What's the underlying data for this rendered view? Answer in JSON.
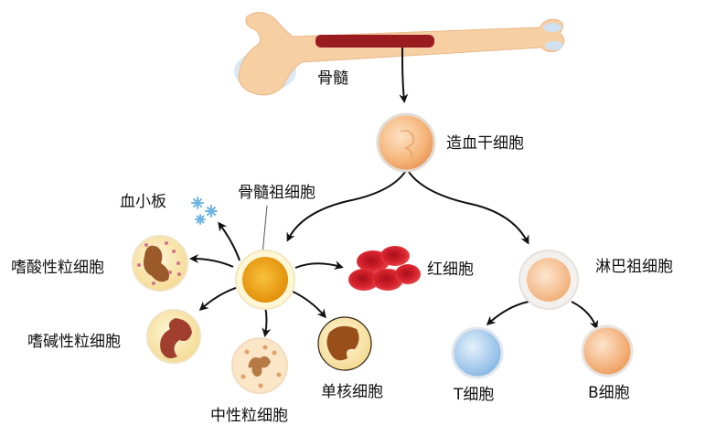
{
  "labels": {
    "bone_marrow": "骨髓",
    "hematopoietic_stem_cell": "造血干细胞",
    "myeloid_progenitor": "骨髓祖细胞",
    "platelet": "血小板",
    "eosinophil": "嗜酸性粒细胞",
    "basophil": "嗜碱性粒细胞",
    "neutrophil": "中性粒细胞",
    "monocyte": "单核细胞",
    "red_blood_cell": "红细胞",
    "lymphoid_progenitor": "淋巴祖细胞",
    "t_cell": "T细胞",
    "b_cell": "B细胞"
  },
  "colors": {
    "bone": "#f6cfa3",
    "marrow": "#9b1c20",
    "stem_cell": "#f5b478",
    "myeloid_cell": "#f2a81a",
    "red_cell": "#d9232e",
    "lymphoid_cell": "#f6c59a",
    "t_cell": "#a9cdee",
    "b_cell": "#f3b57f",
    "arrow": "#111111"
  },
  "icons": {
    "bone": "long-bone-icon",
    "platelet": "snowflake-platelet-icon"
  }
}
